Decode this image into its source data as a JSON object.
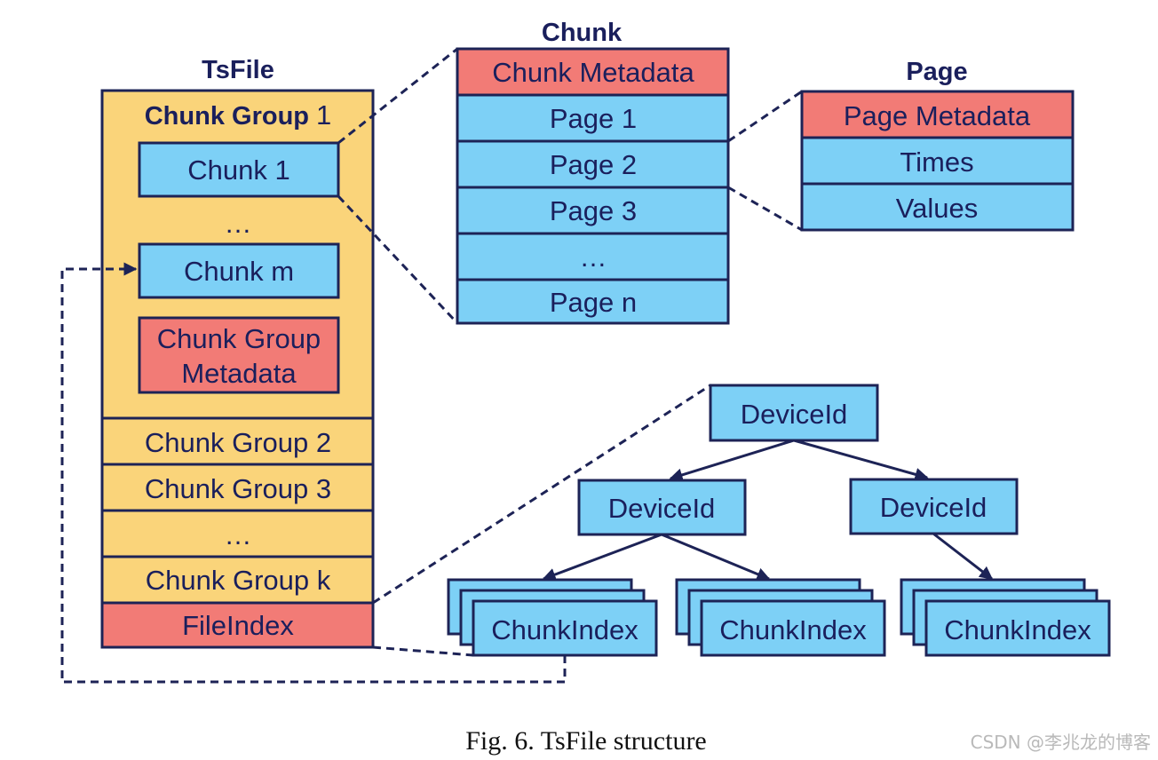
{
  "tsfile": {
    "title": "TsFile",
    "group1_label_bold": "Chunk Group",
    "group1_label_num": "1",
    "chunk1": "Chunk 1",
    "ellipsis": "…",
    "chunkm": "Chunk m",
    "group_meta_line1": "Chunk Group",
    "group_meta_line2": "Metadata",
    "group2": "Chunk Group 2",
    "group3": "Chunk Group 3",
    "groups_ellipsis": "…",
    "groupk": "Chunk Group k",
    "file_index": "FileIndex"
  },
  "chunk": {
    "title": "Chunk",
    "metadata": "Chunk Metadata",
    "pages": [
      "Page 1",
      "Page 2",
      "Page 3",
      "…",
      "Page n"
    ]
  },
  "page": {
    "title": "Page",
    "metadata": "Page Metadata",
    "times": "Times",
    "values": "Values"
  },
  "index_tree": {
    "root": "DeviceId",
    "left": "DeviceId",
    "right": "DeviceId",
    "leaf_label": "ChunkIndex"
  },
  "caption": "Fig. 6.  TsFile structure",
  "watermark": "CSDN @李兆龙的博客",
  "colors": {
    "container": "#fad47a",
    "data_block": "#7dd0f6",
    "metadata_block": "#f27b76",
    "stroke": "#1d2356"
  }
}
